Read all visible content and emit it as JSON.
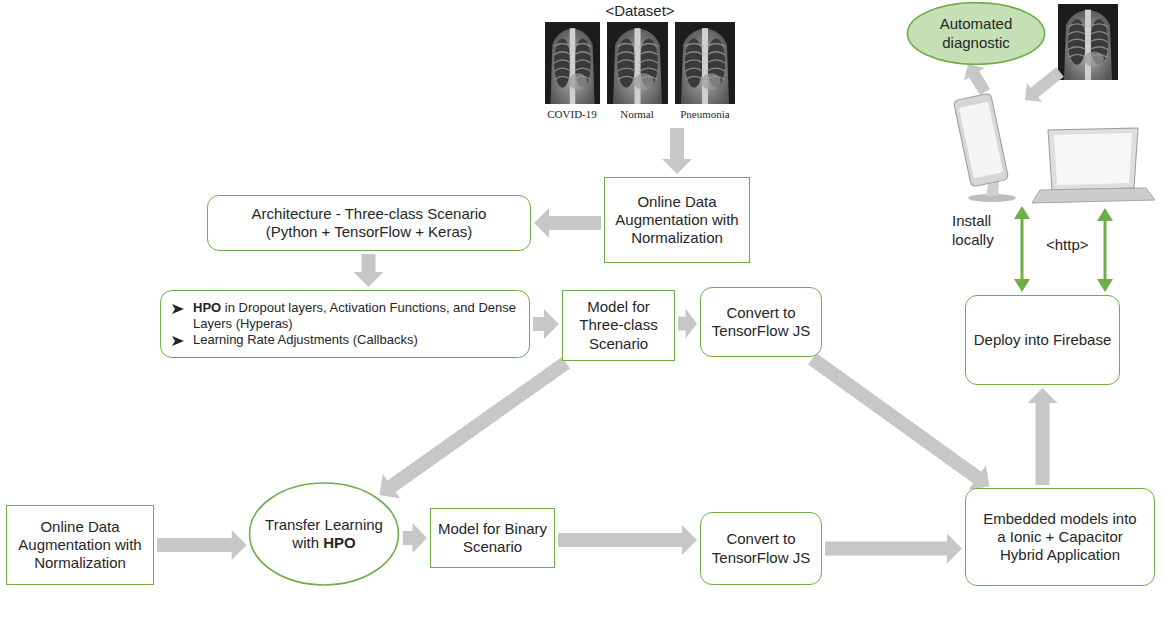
{
  "diagram": {
    "nodes": [
      {
        "text": [
          "<Dataset>",
          "COVID-19",
          "Normal",
          "Pneumonia"
        ]
      },
      {
        "text": [
          "Automated diagnostic"
        ]
      },
      {
        "text": [
          "Architecture - Three-class Scenario (Python + TensorFlow + Keras)"
        ]
      },
      {
        "text": [
          "Online Data Augmentation with Normalization"
        ]
      },
      {
        "text": [
          "HPO in Dropout layers, Activation Functions, and Dense Layers (Hyperas)",
          "Learning Rate Adjustments (Callbacks)"
        ]
      },
      {
        "text": [
          "Model for Three-class Scenario"
        ]
      },
      {
        "text": [
          "Convert to TensorFlow JS"
        ]
      },
      {
        "text": [
          "Deploy into Firebase"
        ]
      },
      {
        "text": [
          "Online Data Augmentation with Normalization"
        ]
      },
      {
        "text": [
          "Transfer Learning with HPO"
        ]
      },
      {
        "text": [
          "Model for Binary Scenario"
        ]
      },
      {
        "text": [
          "Convert to TensorFlow JS"
        ]
      },
      {
        "text": [
          "Embedded models into a Ionic + Capacitor Hybrid Application"
        ]
      }
    ],
    "edges": [
      {
        "from": 0,
        "to": 3,
        "arrow": "to"
      },
      {
        "from": 3,
        "to": 2,
        "arrow": "to"
      },
      {
        "from": 2,
        "to": 4,
        "arrow": "to"
      },
      {
        "from": 4,
        "to": 5,
        "arrow": "to"
      },
      {
        "from": 5,
        "to": 6,
        "arrow": "to"
      },
      {
        "from": 5,
        "to": 9,
        "arrow": "to"
      },
      {
        "from": 8,
        "to": 9,
        "arrow": "to"
      },
      {
        "from": 9,
        "to": 10,
        "arrow": "to"
      },
      {
        "from": 10,
        "to": 11,
        "arrow": "to"
      },
      {
        "from": 11,
        "to": 12,
        "arrow": "to"
      },
      {
        "from": 6,
        "to": 12,
        "arrow": "to"
      },
      {
        "from": 12,
        "to": 7,
        "arrow": "to"
      }
    ],
    "labels": [
      "Install locally",
      "<http>"
    ]
  }
}
